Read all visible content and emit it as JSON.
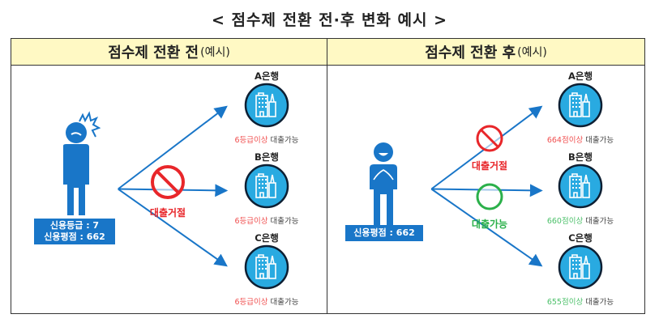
{
  "title": "< 점수제 전환 전·후 변화 예시 >",
  "colors": {
    "header_bg": "#fff9c4",
    "blue": "#1976c8",
    "bank_circle": "#29aae1",
    "red": "#e8262a",
    "green": "#2bb04a"
  },
  "before": {
    "heading_main": "점수제 전환 전",
    "heading_sub": "(예시)",
    "person_icon": "frustrated-person-icon",
    "person_label_line1": "신용등급 : 7",
    "person_label_line2": "신용평점 : 662",
    "status": {
      "icon": "prohibited-icon",
      "text": "대출거절"
    },
    "banks": [
      {
        "name": "A은행",
        "cond_highlight": "6등급이상",
        "cond_rest": "대출가능"
      },
      {
        "name": "B은행",
        "cond_highlight": "6등급이상",
        "cond_rest": "대출가능"
      },
      {
        "name": "C은행",
        "cond_highlight": "6등급이상",
        "cond_rest": "대출가능"
      }
    ]
  },
  "after": {
    "heading_main": "점수제 전환 후",
    "heading_sub": "(예시)",
    "person_icon": "happy-person-icon",
    "person_label": "신용평점 : 662",
    "statuses": [
      {
        "icon": "prohibited-icon",
        "text": "대출거절"
      },
      {
        "icon": "circle-ok-icon",
        "text": "대출가능"
      }
    ],
    "banks": [
      {
        "name": "A은행",
        "cond_highlight": "664점이상",
        "cond_rest": "대출가능",
        "highlight_color": "red"
      },
      {
        "name": "B은행",
        "cond_highlight": "660점이상",
        "cond_rest": "대출가능",
        "highlight_color": "green"
      },
      {
        "name": "C은행",
        "cond_highlight": "655점이상",
        "cond_rest": "대출가능",
        "highlight_color": "green"
      }
    ]
  }
}
